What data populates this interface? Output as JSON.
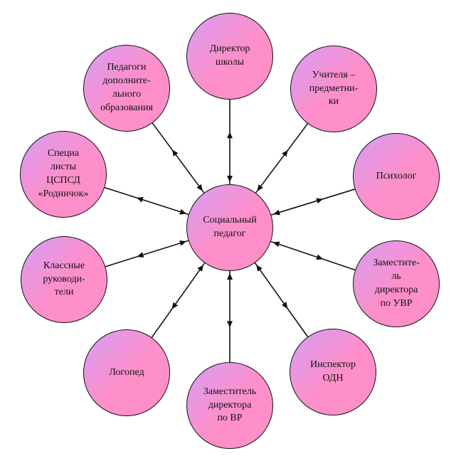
{
  "diagram": {
    "center": {
      "id": "social-pedagogue",
      "lines": [
        "Социальный",
        "педагог"
      ]
    },
    "nodes": [
      {
        "id": "school-director",
        "lines": [
          "Директор",
          "школы"
        ]
      },
      {
        "id": "subject-teachers",
        "lines": [
          "Учителя –",
          "предметни-",
          "ки"
        ]
      },
      {
        "id": "psychologist",
        "lines": [
          "Психолог"
        ]
      },
      {
        "id": "deputy-director-uvr",
        "lines": [
          "Заместите-",
          "ль",
          "директора",
          "по УВР"
        ]
      },
      {
        "id": "odn-inspector",
        "lines": [
          "Инспектор",
          "ОДН"
        ]
      },
      {
        "id": "deputy-director-vr",
        "lines": [
          "Заместитель",
          "директора",
          "по ВР"
        ]
      },
      {
        "id": "speech-therapist",
        "lines": [
          "Логопед"
        ]
      },
      {
        "id": "class-teachers",
        "lines": [
          "Классные",
          "руководи-",
          "тели"
        ]
      },
      {
        "id": "cspsd-specialists",
        "lines": [
          "Специа",
          "листы",
          "ЦСПСД",
          "«Родничок»"
        ]
      },
      {
        "id": "additional-education-teachers",
        "lines": [
          "Педагоги",
          "дополните-",
          "льного",
          "образования"
        ]
      }
    ],
    "colors": {
      "gradient_start": "#d79cf4",
      "gradient_end": "#ff8fc8",
      "stroke": "#111111"
    }
  }
}
